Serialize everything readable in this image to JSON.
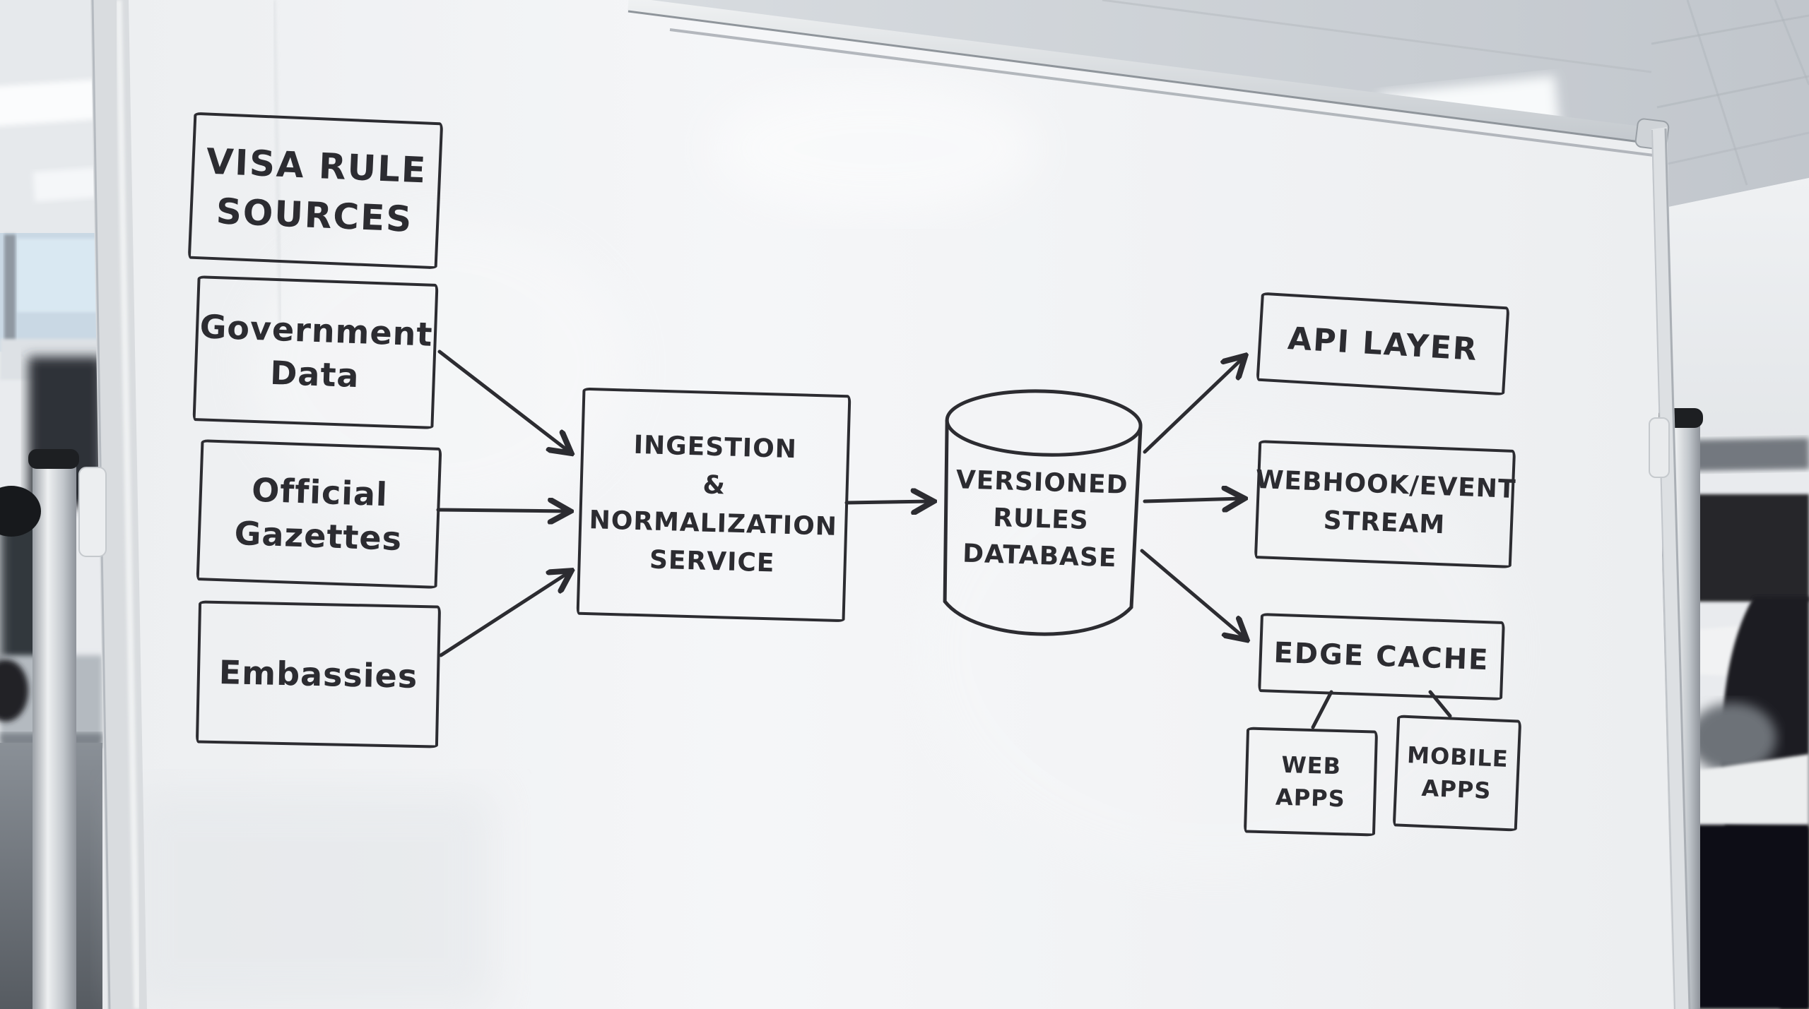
{
  "board": {
    "title": "VISA RULE\nSOURCES",
    "sources": [
      {
        "id": "government-data",
        "label": "Government\nData"
      },
      {
        "id": "official-gazettes",
        "label": "Official\nGazettes"
      },
      {
        "id": "embassies",
        "label": "Embassies"
      }
    ],
    "pipeline": {
      "ingestion_service": "INGESTION\n&\nNORMALIZATION\nSERVICE",
      "rules_database": "VERSIONED\nRULES\nDATABASE"
    },
    "consumers": [
      {
        "id": "api-layer",
        "label": "API LAYER"
      },
      {
        "id": "webhook-event-stream",
        "label": "WEBHOOK/EVENT\nSTREAM"
      },
      {
        "id": "edge-cache",
        "label": "EDGE CACHE"
      }
    ],
    "clients": [
      {
        "id": "web-apps",
        "label": "WEB\nAPPS"
      },
      {
        "id": "mobile-apps",
        "label": "MOBILE\nAPPS"
      }
    ],
    "connections": [
      {
        "from": "government-data",
        "to": "ingestion-service"
      },
      {
        "from": "official-gazettes",
        "to": "ingestion-service"
      },
      {
        "from": "embassies",
        "to": "ingestion-service"
      },
      {
        "from": "ingestion-service",
        "to": "rules-database"
      },
      {
        "from": "rules-database",
        "to": "api-layer"
      },
      {
        "from": "rules-database",
        "to": "webhook-event-stream"
      },
      {
        "from": "rules-database",
        "to": "edge-cache"
      },
      {
        "from": "edge-cache",
        "to": "web-apps"
      },
      {
        "from": "edge-cache",
        "to": "mobile-apps"
      }
    ],
    "colors": {
      "marker": "#2c2c31",
      "board_surface": "#f4f5f7"
    }
  }
}
